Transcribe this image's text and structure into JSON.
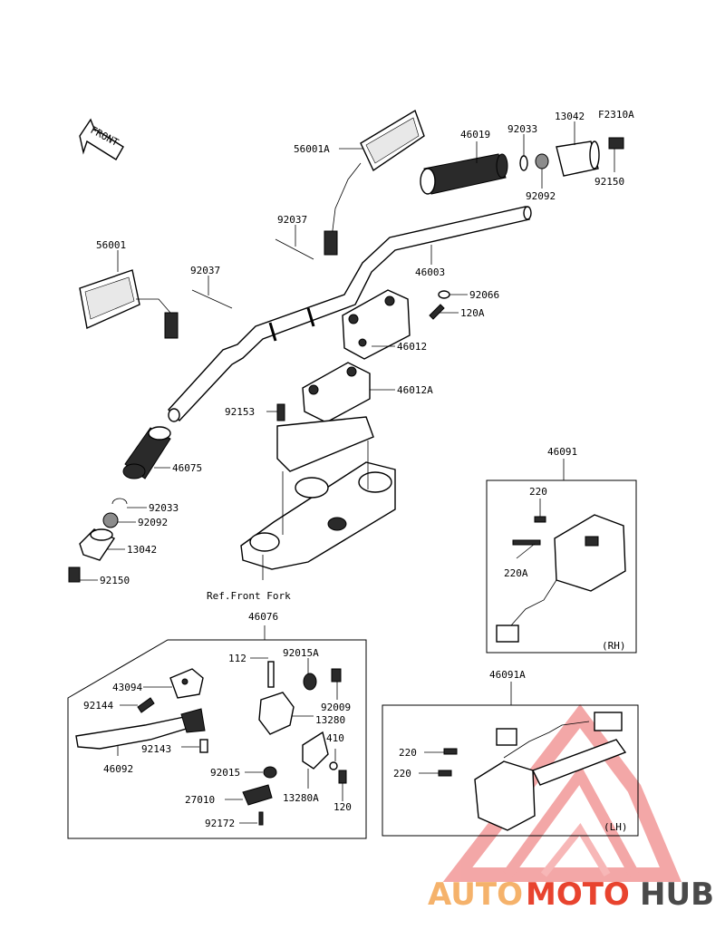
{
  "figure_code": "F2310A",
  "front_arrow": "FRONT",
  "labels": {
    "p56001A": "56001A",
    "p46019": "46019",
    "p92033_top": "92033",
    "p13042_top": "13042",
    "p92150_top": "92150",
    "p92092_top": "92092",
    "p92037_upper": "92037",
    "p56001": "56001",
    "p92037_lower": "92037",
    "p46003": "46003",
    "p92066": "92066",
    "p120A": "120A",
    "p46012": "46012",
    "p46012A": "46012A",
    "p92153": "92153",
    "p46075": "46075",
    "p92033_left": "92033",
    "p92092_left": "92092",
    "p13042_left": "13042",
    "p92150_left": "92150",
    "ref_front_fork": "Ref.Front Fork",
    "p46076": "46076",
    "p112": "112",
    "p92015A": "92015A",
    "p43094": "43094",
    "p92144": "92144",
    "p92009": "92009",
    "p13280": "13280",
    "p410": "410",
    "p92143": "92143",
    "p46092": "46092",
    "p92015": "92015",
    "p27010": "27010",
    "p13280A": "13280A",
    "p120": "120",
    "p92172": "92172",
    "p46091": "46091",
    "p220_rh": "220",
    "p220A": "220A",
    "rh": "(RH)",
    "p46091A": "46091A",
    "p220_lh1": "220",
    "p220_lh2": "220",
    "lh": "(LH)"
  },
  "watermark": {
    "part1": "AUTO",
    "part2": "MOTO",
    "part3": "HUB",
    "color1": "#f5b26b",
    "color2": "#e8432e",
    "color3": "#4a4a4a"
  }
}
